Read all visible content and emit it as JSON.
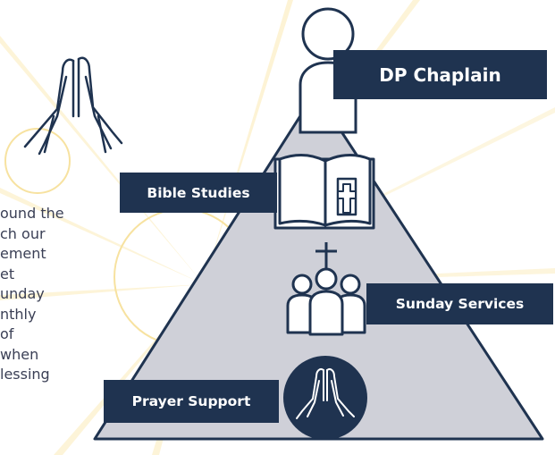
{
  "labels": {
    "chaplain": "DP Chaplain",
    "bible_studies": "Bible Studies",
    "sunday_services": "Sunday Services",
    "prayer_support": "Prayer Support"
  },
  "side_text_lines": [
    "ound the",
    "ch our",
    "ement",
    "et",
    "unday",
    "nthly",
    "of",
    "when",
    "lessing"
  ],
  "icons": {
    "praying_hands": "praying-hands-icon",
    "person": "person-icon",
    "bible": "bible-icon",
    "congregation": "congregation-icon",
    "prayer_badge": "prayer-hands-badge-icon"
  },
  "colors": {
    "navy": "#1f3350",
    "pyramid_fill": "#cfd0d8",
    "outline": "#1f3350",
    "sunburst": "#fbeab0",
    "ring": "#f8e3a0",
    "body_text": "#3a3f55"
  }
}
